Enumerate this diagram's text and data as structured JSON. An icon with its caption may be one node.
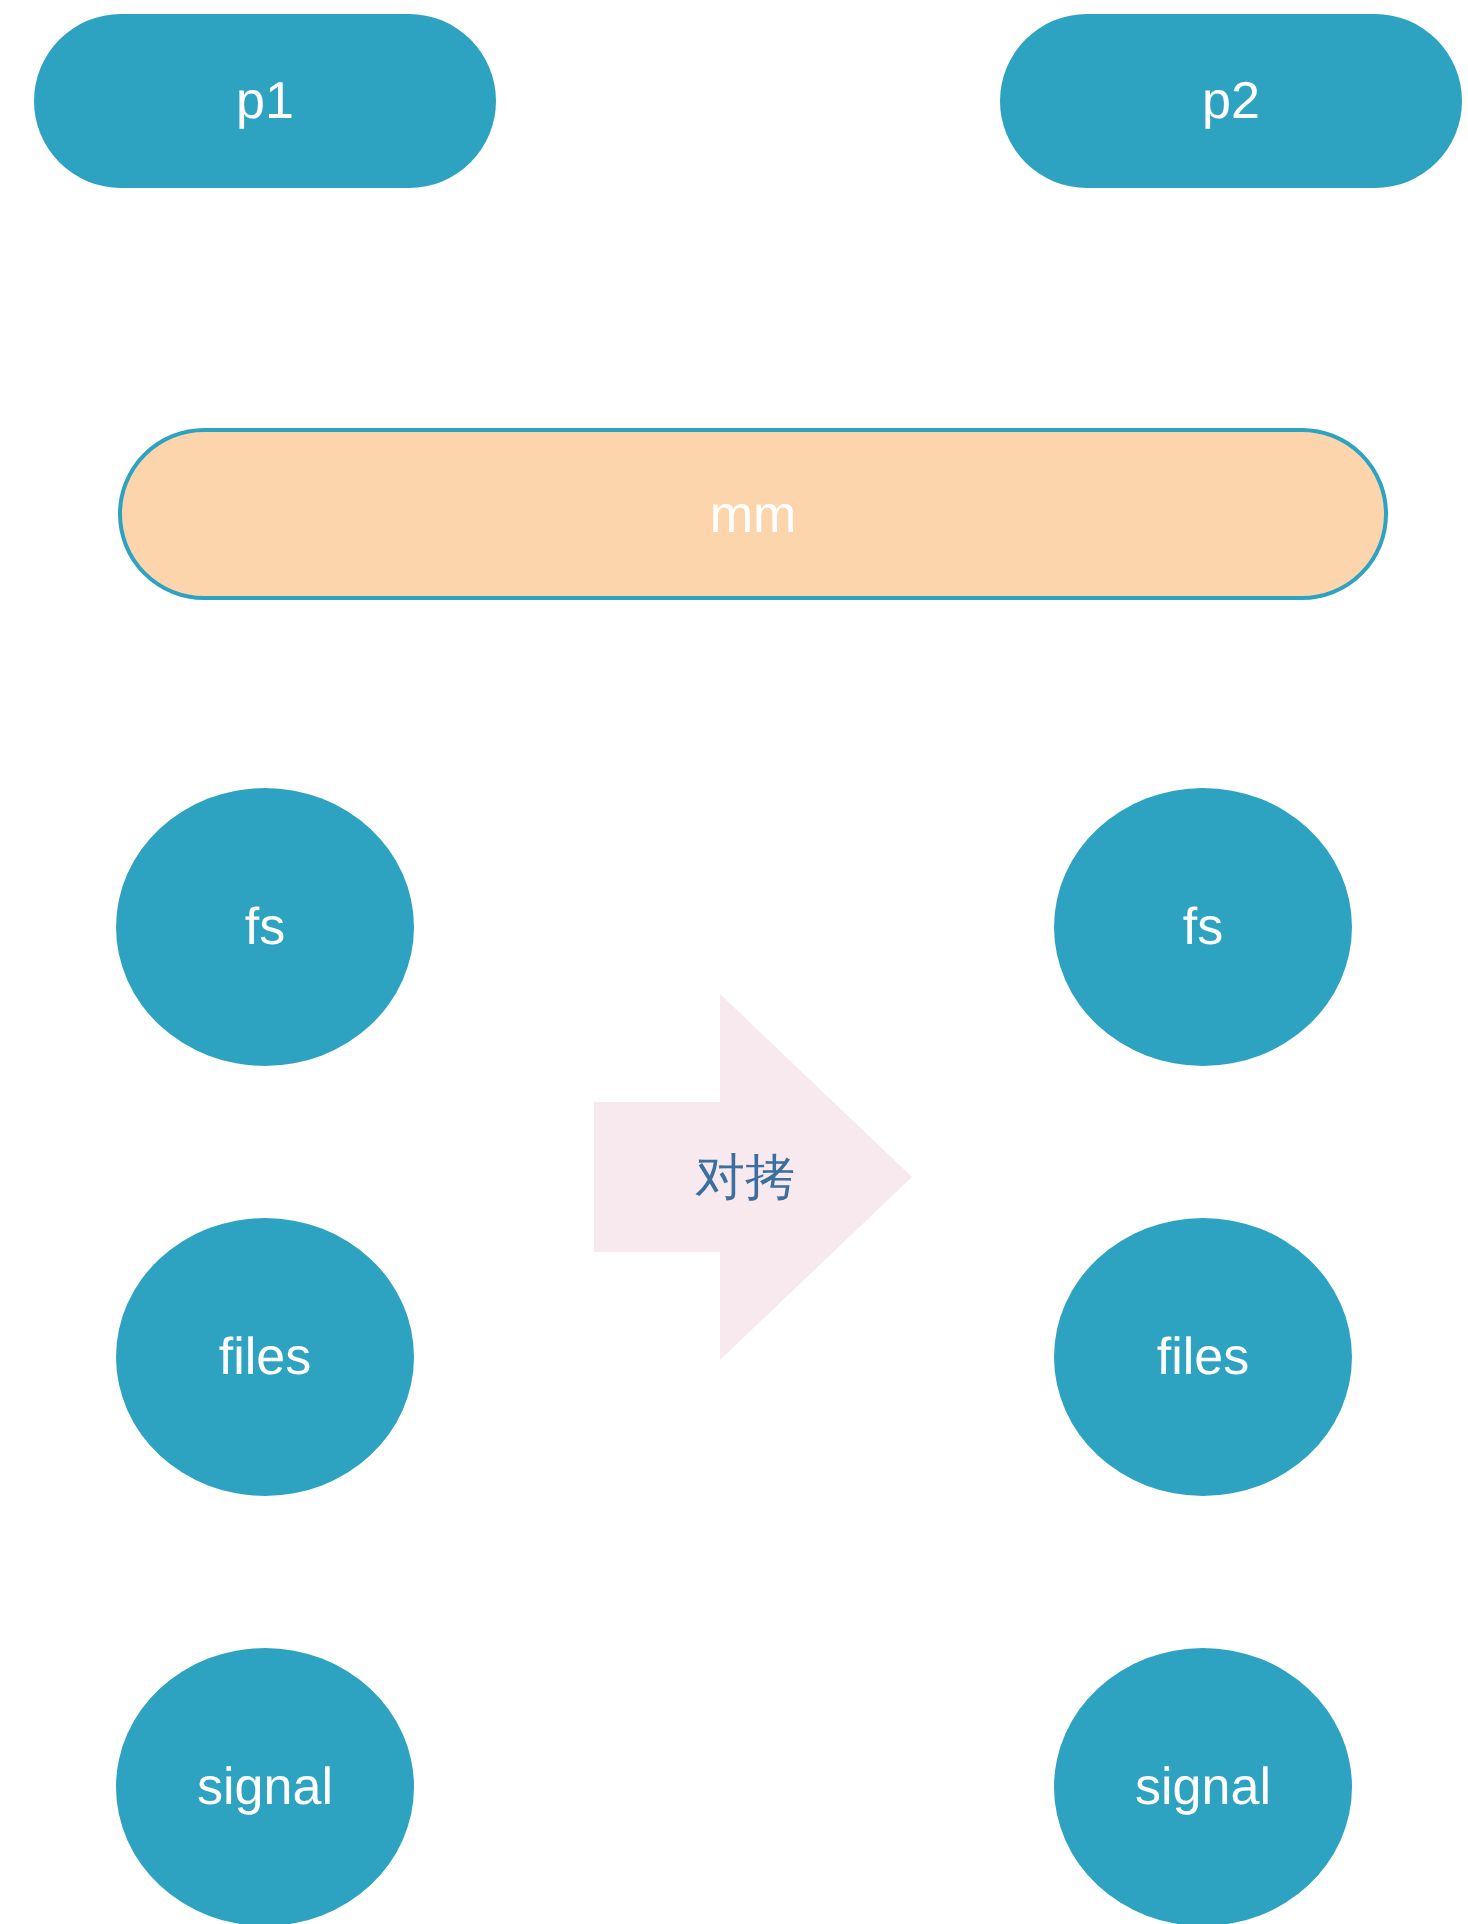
{
  "diagram": {
    "nodes": [
      {
        "text": [
          "p1"
        ]
      },
      {
        "text": [
          "p2"
        ]
      },
      {
        "text": [
          "mm"
        ]
      },
      {
        "text": [
          "fs"
        ]
      },
      {
        "text": [
          "fs"
        ]
      },
      {
        "text": [
          "对拷"
        ]
      },
      {
        "text": [
          "files"
        ]
      },
      {
        "text": [
          "files"
        ]
      },
      {
        "text": [
          "signal"
        ]
      },
      {
        "text": [
          "signal"
        ]
      }
    ]
  }
}
